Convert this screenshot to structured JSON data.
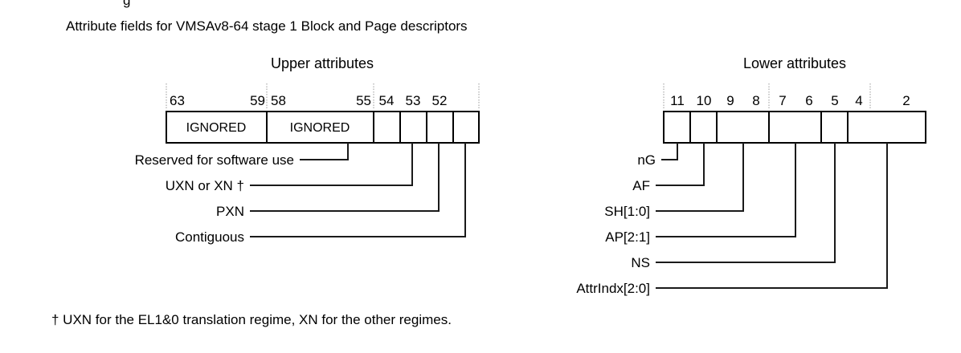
{
  "figure": {
    "caption": "Attribute fields for VMSAv8-64 stage 1 Block and Page descriptors",
    "footnote": "† UXN for the EL1&0 translation regime, XN for the other regimes.",
    "line_color": "#000000",
    "background_color": "#ffffff"
  },
  "upper": {
    "heading": "Upper attributes",
    "bit_labels": [
      "63",
      "59",
      "58",
      "55",
      "54",
      "53",
      "52"
    ],
    "fields": [
      {
        "name": "IGNORED",
        "bits": "63:59"
      },
      {
        "name": "IGNORED",
        "bits": "58:55"
      },
      {
        "name": "",
        "bits": "54"
      },
      {
        "name": "",
        "bits": "53"
      },
      {
        "name": "",
        "bits": "52"
      }
    ],
    "callouts": [
      {
        "label": "Reserved for software use",
        "bits": "58:55"
      },
      {
        "label": "UXN or XN †",
        "bits": "54"
      },
      {
        "label": "PXN",
        "bits": "53"
      },
      {
        "label": "Contiguous",
        "bits": "52"
      }
    ]
  },
  "lower": {
    "heading": "Lower attributes",
    "bit_labels": [
      "11",
      "10",
      "9",
      "8",
      "7",
      "6",
      "5",
      "4",
      "2"
    ],
    "fields": [
      {
        "name": "",
        "bits": "11"
      },
      {
        "name": "",
        "bits": "10"
      },
      {
        "name": "",
        "bits": "9:8"
      },
      {
        "name": "",
        "bits": "7:6"
      },
      {
        "name": "",
        "bits": "5"
      },
      {
        "name": "",
        "bits": "4:2"
      }
    ],
    "callouts": [
      {
        "label": "nG",
        "bits": "11"
      },
      {
        "label": "AF",
        "bits": "10"
      },
      {
        "label": "SH[1:0]",
        "bits": "9:8"
      },
      {
        "label": "AP[2:1]",
        "bits": "7:6"
      },
      {
        "label": "NS",
        "bits": "5"
      },
      {
        "label": "AttrIndx[2:0]",
        "bits": "4:2"
      }
    ]
  }
}
